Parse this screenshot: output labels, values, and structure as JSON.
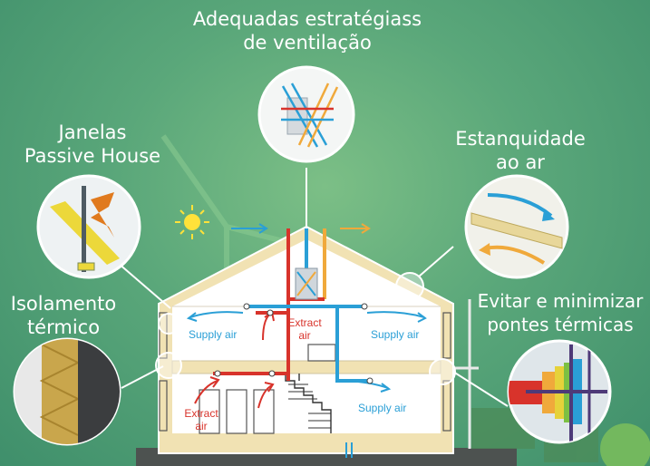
{
  "labels": {
    "ventilation": [
      "Adequadas estratégiass",
      "de ventilação"
    ],
    "windows": [
      "Janelas",
      "Passive House"
    ],
    "airtight": [
      "Estanquidade",
      "ao ar"
    ],
    "insulation": [
      "Isolamento",
      "térmico"
    ],
    "bridges": [
      "Evitar e minimizar",
      "pontes térmicas"
    ]
  },
  "airflow": {
    "supply": "Supply air",
    "extract": [
      "Extract",
      "air"
    ]
  },
  "colors": {
    "background": "#5aa77a",
    "supply": "#2a9fd6",
    "extract": "#d8332b",
    "wall": "#f1e2b3",
    "outline": "#ffffff"
  }
}
